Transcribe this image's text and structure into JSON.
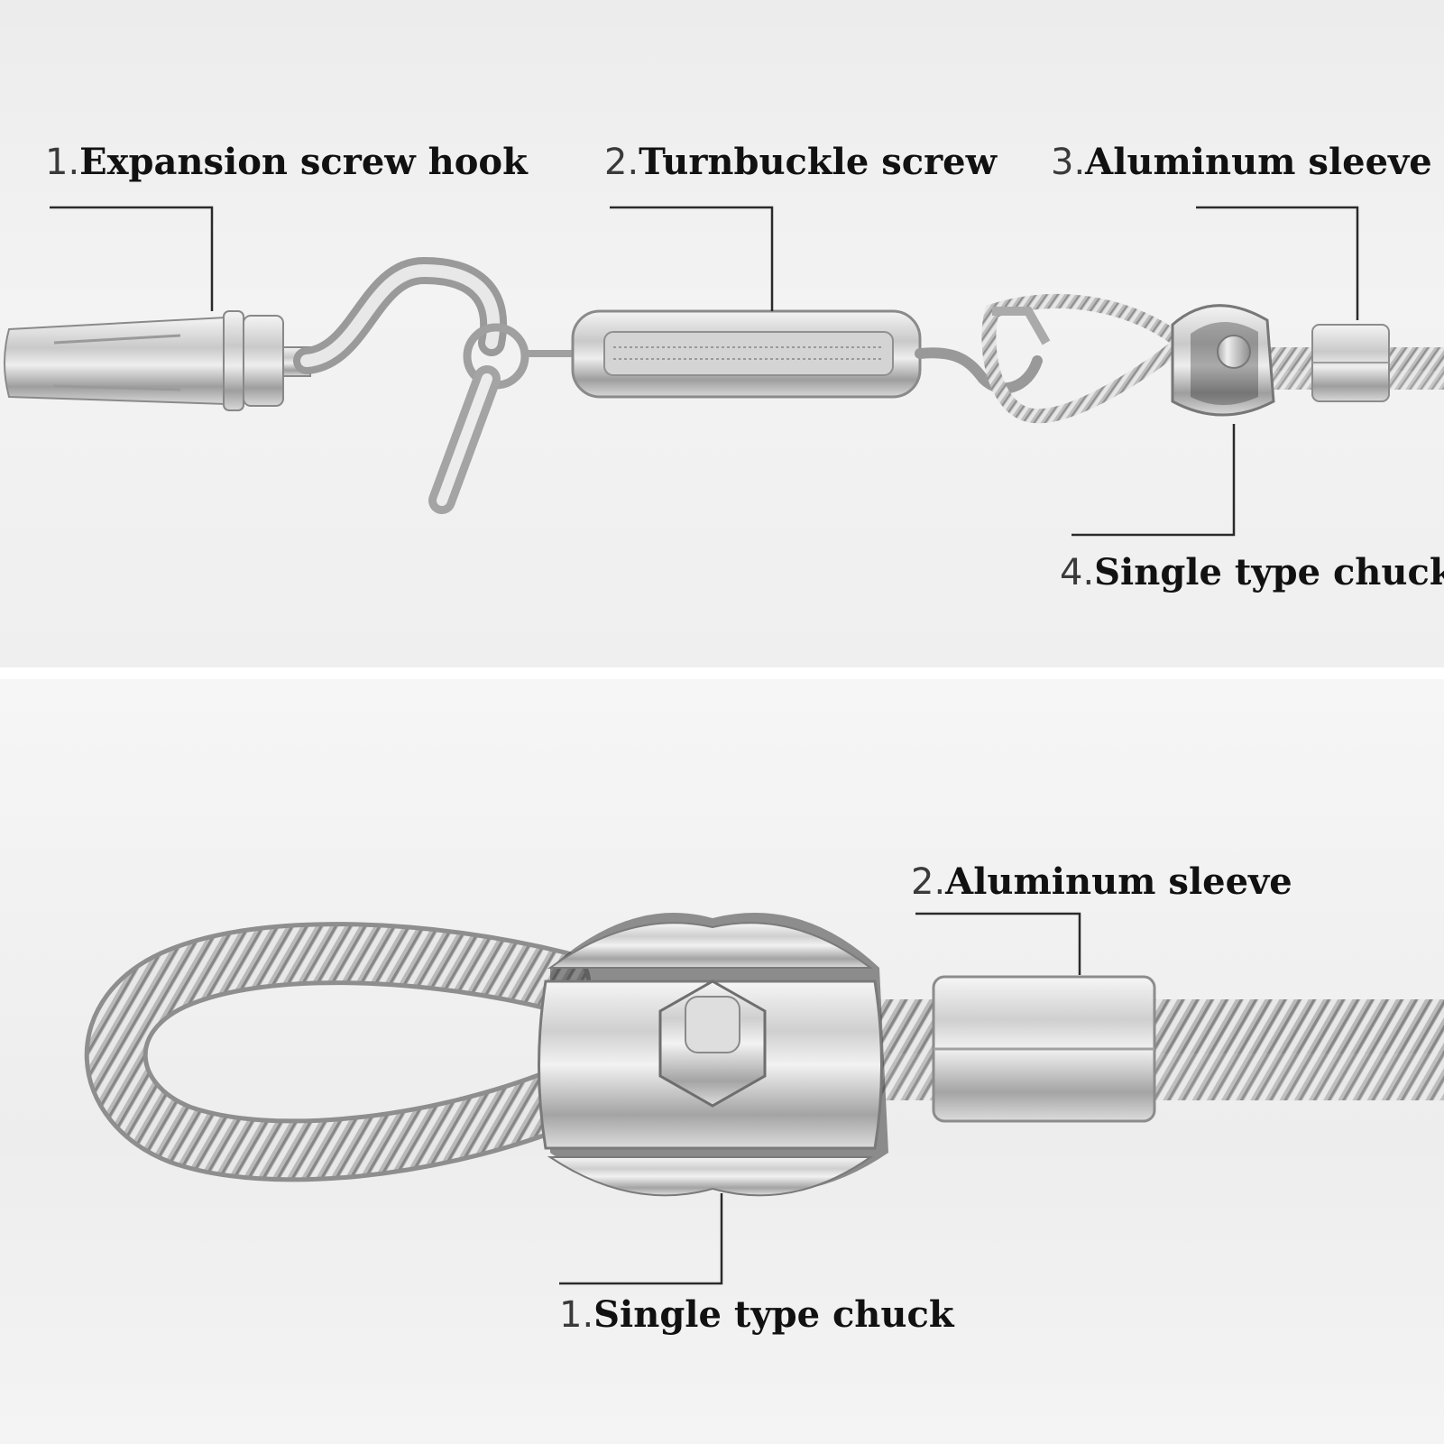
{
  "top_panel": {
    "labels": [
      {
        "num": "1.",
        "text": "Expansion screw hook"
      },
      {
        "num": "2.",
        "text": "Turnbuckle screw"
      },
      {
        "num": "3.",
        "text": "Aluminum sleeve"
      },
      {
        "num": "4.",
        "text": "Single type chuck"
      }
    ]
  },
  "bottom_panel": {
    "labels": [
      {
        "num": "1.",
        "text": "Single type chuck"
      },
      {
        "num": "2.",
        "text": "Aluminum sleeve"
      }
    ]
  },
  "colors": {
    "metal_light": "#e2e2e2",
    "metal_mid": "#b5b5b5",
    "metal_dark": "#7a7a7a",
    "leader_line": "#2a2a2a"
  }
}
